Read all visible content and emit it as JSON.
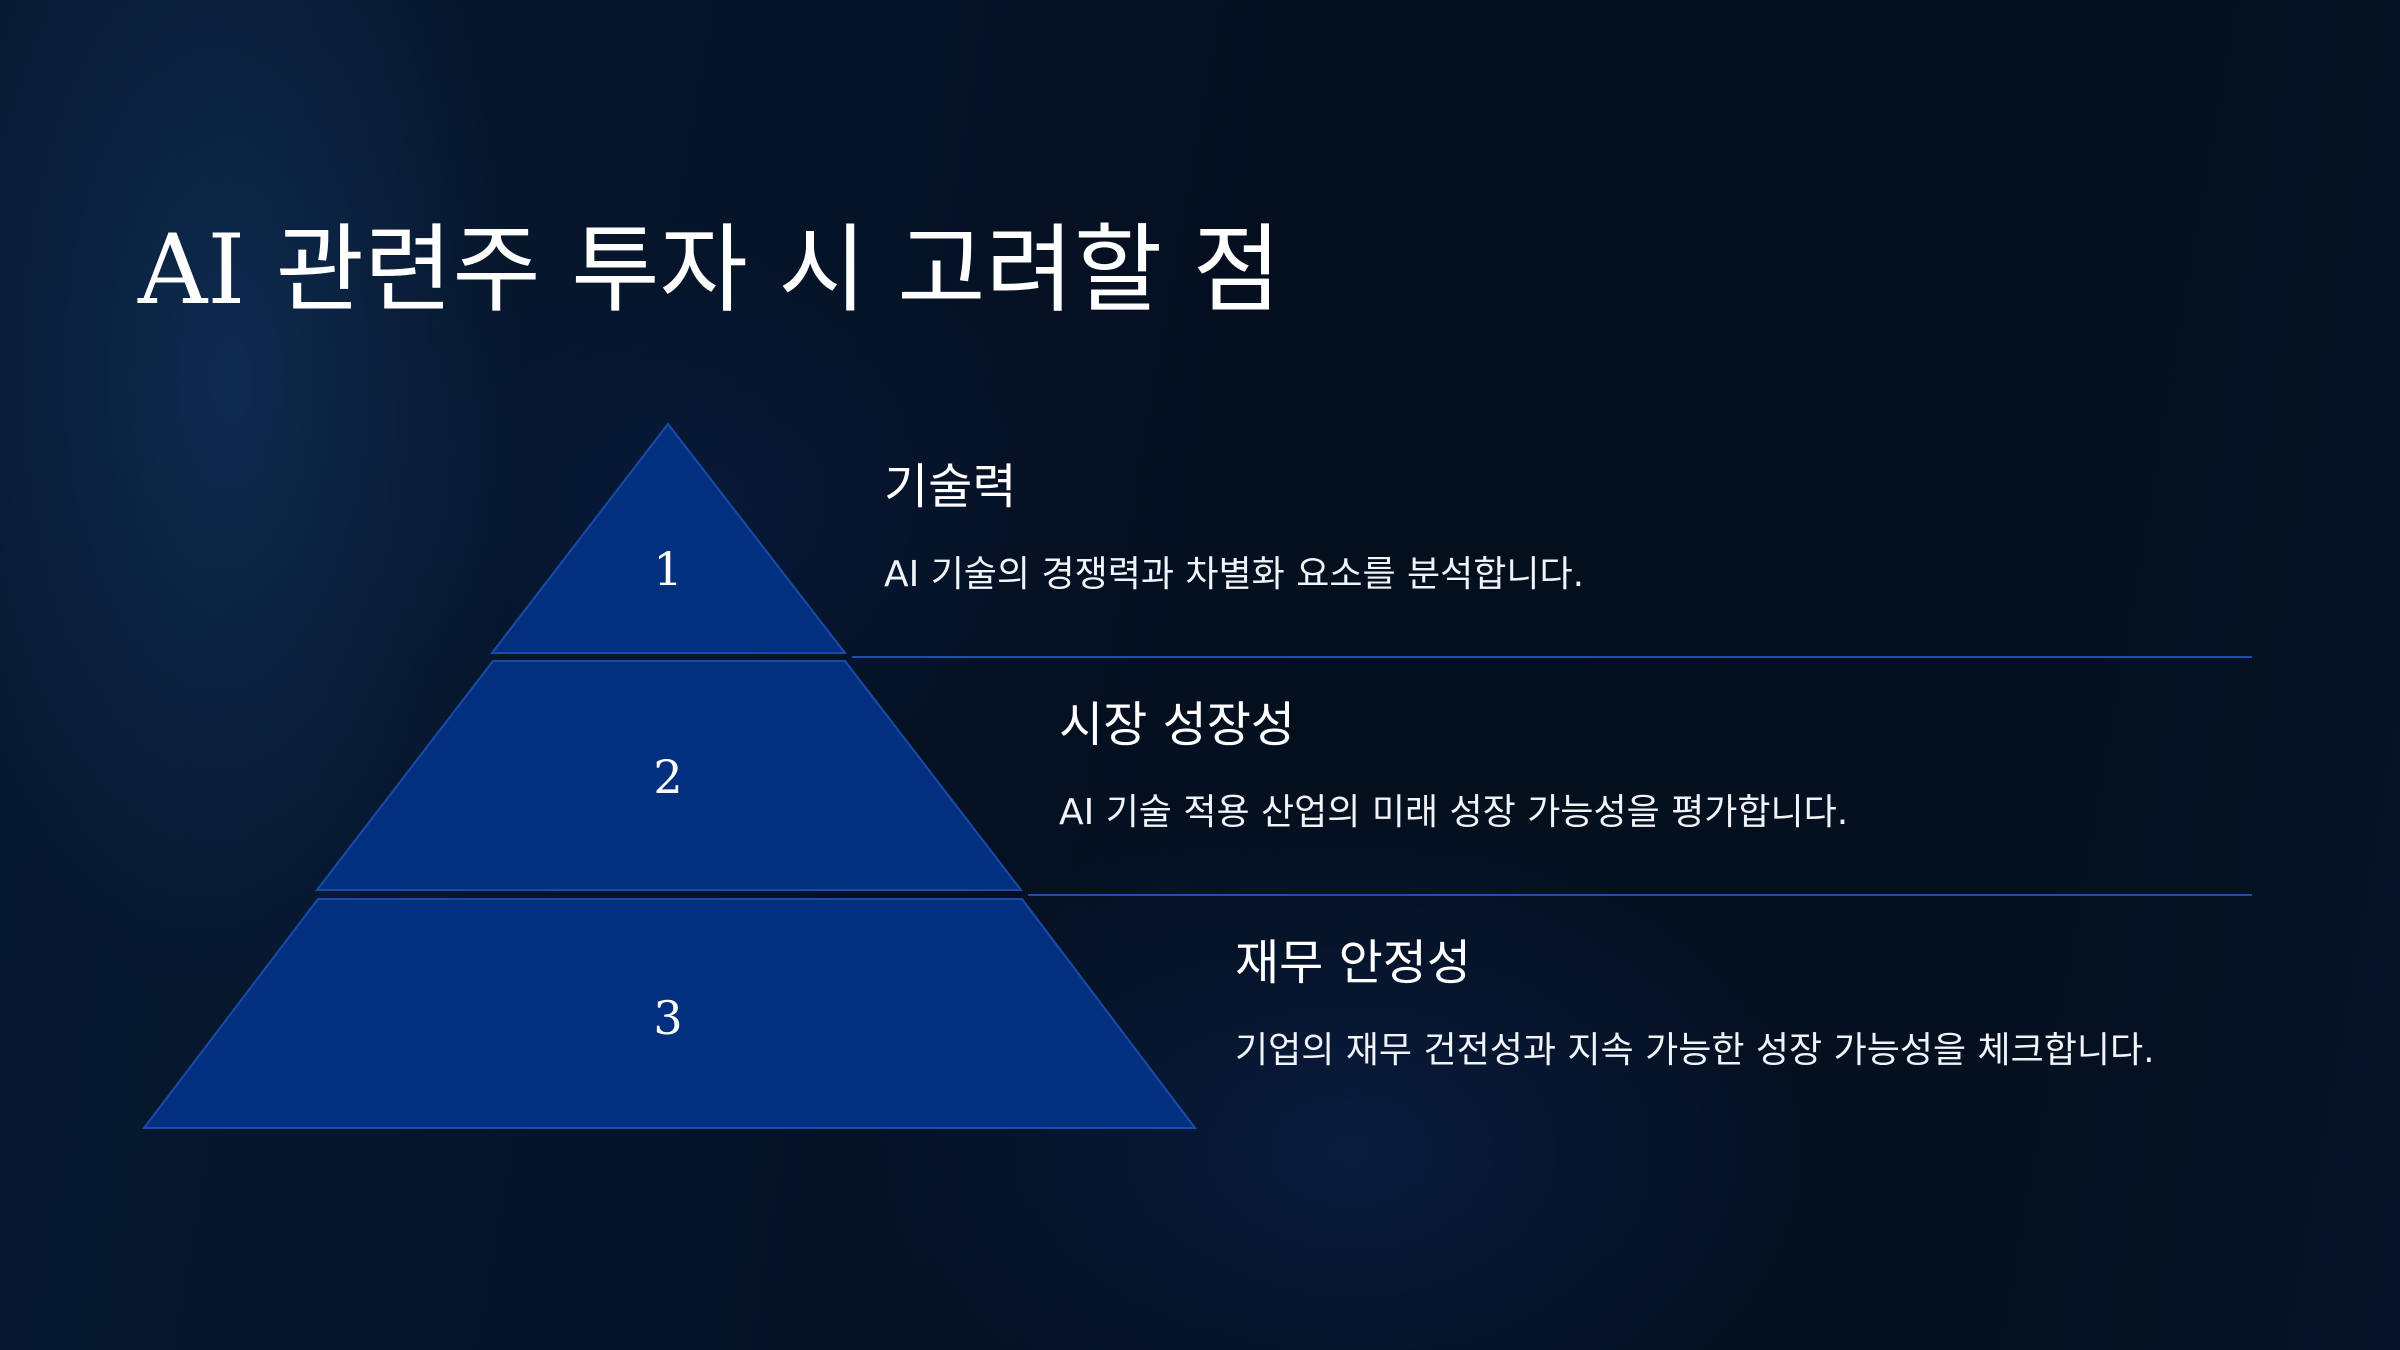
{
  "slide": {
    "title": "AI 관련주 투자 시 고려할 점"
  },
  "tiers": [
    {
      "number": "1",
      "title": "기술력",
      "description": "AI 기술의 경쟁력과 차별화 요소를 분석합니다."
    },
    {
      "number": "2",
      "title": "시장 성장성",
      "description": "AI 기술 적용 산업의 미래 성장 가능성을 평가합니다."
    },
    {
      "number": "3",
      "title": "재무 안정성",
      "description": "기업의 재무 건전성과 지속 가능한 성장 가능성을 체크합니다."
    }
  ],
  "colors": {
    "background": "#050d1a",
    "tier_fill": "#022f7e",
    "tier_stroke": "#1b4ba8",
    "divider": "#1e4fae",
    "text": "#ffffff"
  }
}
